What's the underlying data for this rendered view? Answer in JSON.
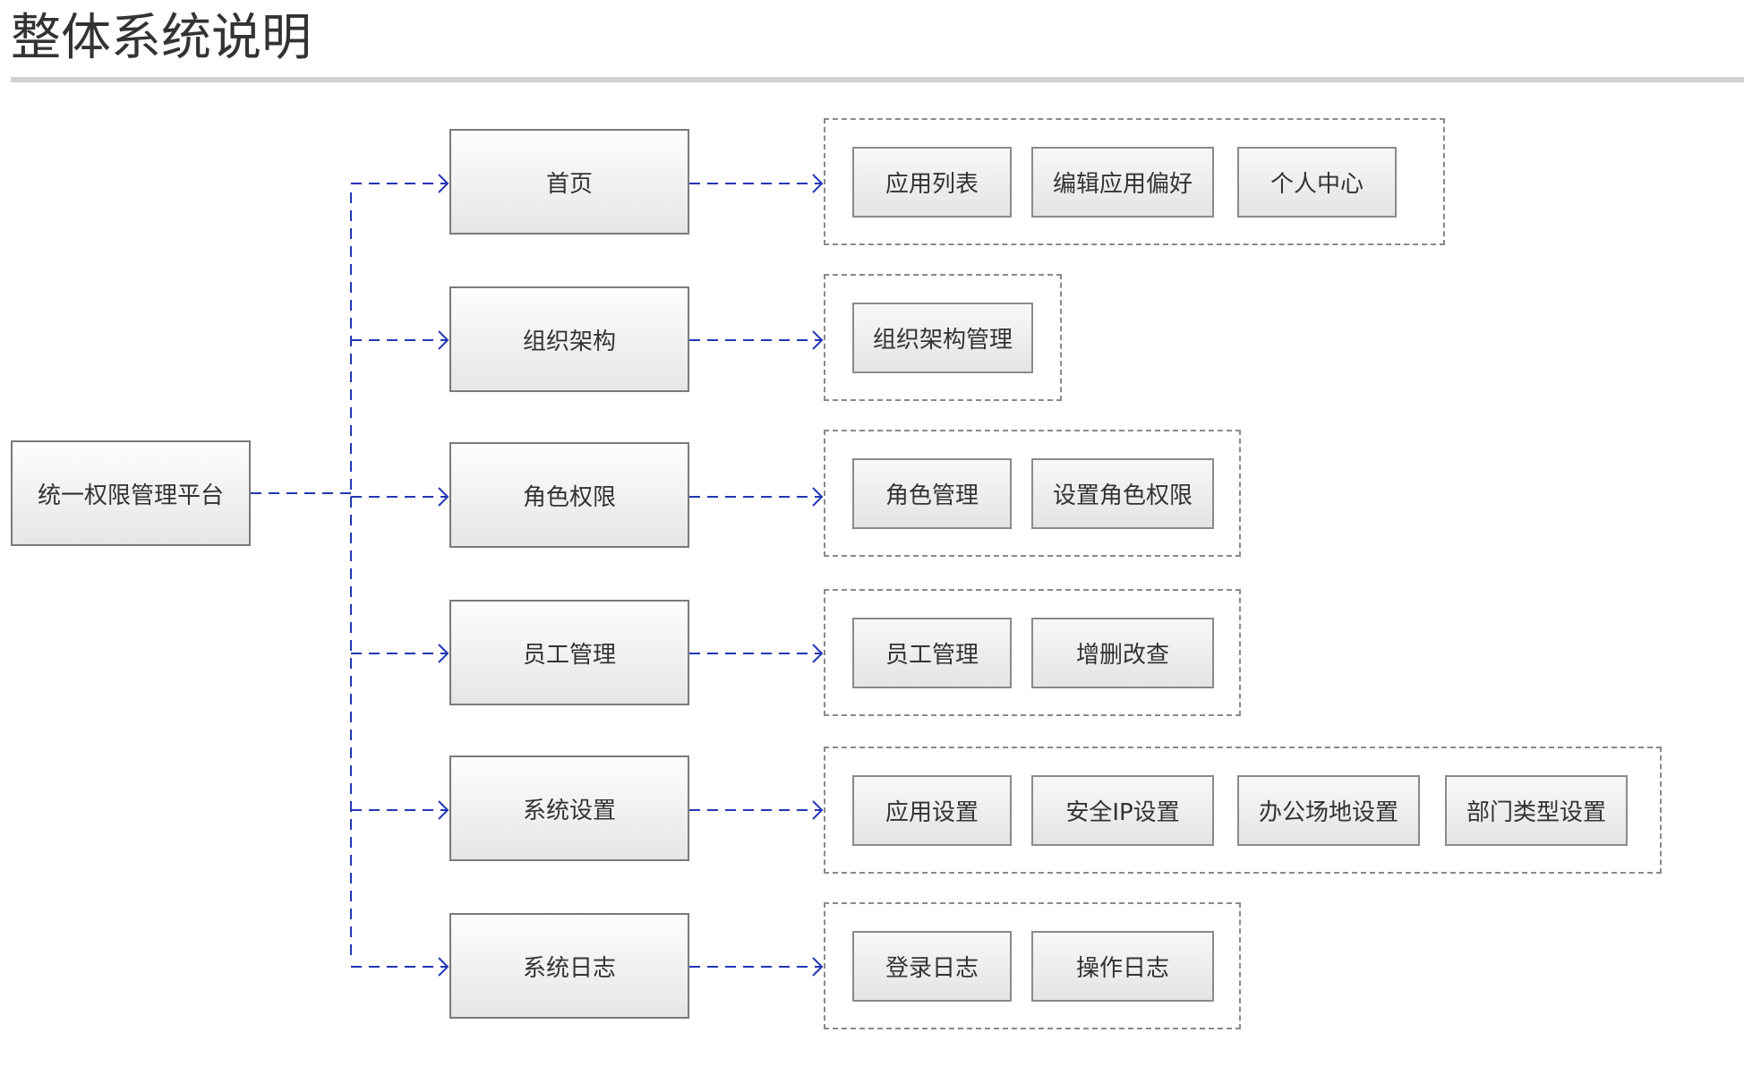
{
  "title": "整体系统说明",
  "colors": {
    "connector": "#2336b5",
    "box_border": "#7a7a7a",
    "group_border": "#8a8a8a",
    "title_rule": "#d0d0d0"
  },
  "root": {
    "label": "统一权限管理平台"
  },
  "modules": [
    {
      "label": "首页",
      "items": [
        "应用列表",
        "编辑应用偏好",
        "个人中心"
      ]
    },
    {
      "label": "组织架构",
      "items": [
        "组织架构管理"
      ]
    },
    {
      "label": "角色权限",
      "items": [
        "角色管理",
        "设置角色权限"
      ]
    },
    {
      "label": "员工管理",
      "items": [
        "员工管理",
        "增删改查"
      ]
    },
    {
      "label": "系统设置",
      "items": [
        "应用设置",
        "安全IP设置",
        "办公场地设置",
        "部门类型设置"
      ]
    },
    {
      "label": "系统日志",
      "items": [
        "登录日志",
        "操作日志"
      ]
    }
  ]
}
